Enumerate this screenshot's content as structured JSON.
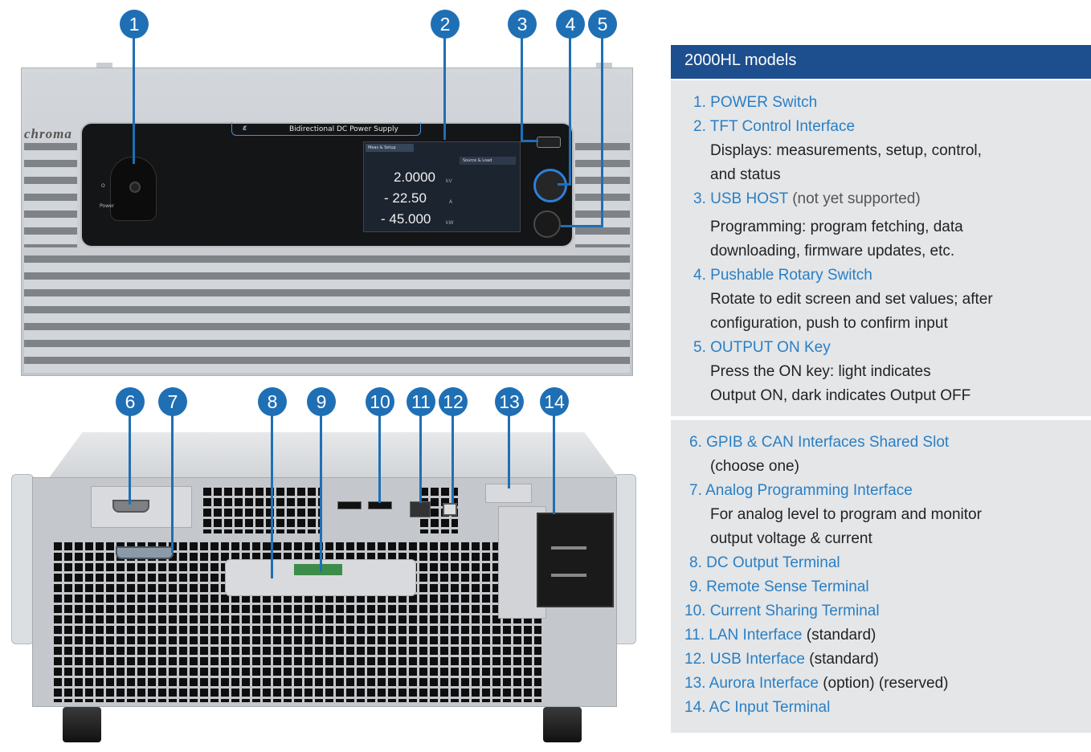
{
  "callouts": [
    "1",
    "2",
    "3",
    "4",
    "5",
    "6",
    "7",
    "8",
    "9",
    "10",
    "11",
    "12",
    "13",
    "14"
  ],
  "front_panel": {
    "brand": "chroma",
    "panel_title": "Bidirectional DC Power Supply",
    "switch_label": "Power",
    "switch_off": "O",
    "screen": {
      "menu_tab": "Meas & Setup",
      "mode": "Source & Load",
      "voltage": "2.0000",
      "voltage_unit": "kV",
      "current": "- 22.50",
      "current_unit": "A",
      "power": "- 45.000",
      "power_unit": "kW"
    }
  },
  "info": {
    "header": "2000HL models",
    "section1": [
      {
        "num": "1.",
        "title": "POWER Switch"
      },
      {
        "num": "2.",
        "title": "TFT Control Interface",
        "desc": [
          "Displays: measurements, setup, control,",
          "and status"
        ]
      },
      {
        "num": "3.",
        "title": "USB HOST",
        "note": "(not yet supported)",
        "desc": [
          "Programming: program fetching, data",
          "downloading, firmware updates, etc."
        ]
      },
      {
        "num": "4.",
        "title": "Pushable Rotary Switch",
        "desc": [
          "Rotate to edit screen and set values; after",
          "configuration, push to confirm input"
        ]
      },
      {
        "num": "5.",
        "title": "OUTPUT ON Key",
        "desc": [
          "Press the ON key: light indicates",
          "Output ON, dark indicates Output OFF"
        ]
      }
    ],
    "section2": [
      {
        "num": "6.",
        "title": "GPIB & CAN Interfaces Shared Slot",
        "desc": [
          "(choose one)"
        ]
      },
      {
        "num": "7.",
        "title": "Analog Programming Interface",
        "desc": [
          "For analog level to program and monitor",
          "output voltage & current"
        ]
      },
      {
        "num": "8.",
        "title": "DC Output Terminal"
      },
      {
        "num": "9.",
        "title": "Remote Sense Terminal"
      },
      {
        "num": "10.",
        "title": "Current Sharing Terminal"
      },
      {
        "num": "11.",
        "title": "LAN Interface",
        "note": "(standard)"
      },
      {
        "num": "12.",
        "title": "USB Interface",
        "note": "(standard)"
      },
      {
        "num": "13.",
        "title": "Aurora Interface",
        "note": "(option) (reserved)"
      },
      {
        "num": "14.",
        "title": "AC Input Terminal"
      }
    ]
  },
  "colors": {
    "callout": "#1f6fb5",
    "header_bg": "#1d4f8f",
    "panel_bg": "#e4e6e8",
    "link_blue": "#2a7fc4"
  }
}
